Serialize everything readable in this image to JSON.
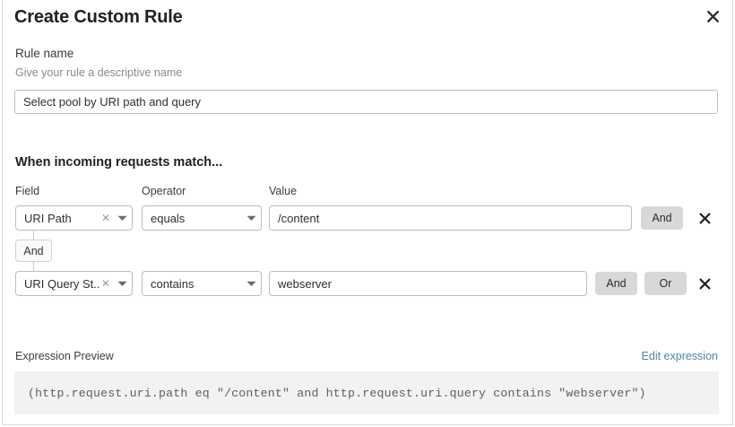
{
  "dialog": {
    "title": "Create Custom Rule",
    "close_label": "close-icon"
  },
  "rule_name": {
    "label": "Rule name",
    "help": "Give your rule a descriptive name",
    "value": "Select pool by URI path and query",
    "placeholder": "Rule name"
  },
  "match": {
    "heading": "When incoming requests match...",
    "columns": {
      "field": "Field",
      "operator": "Operator",
      "value": "Value"
    },
    "connector": "And",
    "rows": [
      {
        "field": "URI Path",
        "operator": "equals",
        "value": "/content",
        "value_placeholder": "Value",
        "and_label": "And",
        "or_label": "Or",
        "show_or": false
      },
      {
        "field": "URI Query St...",
        "operator": "contains",
        "value": "webserver",
        "value_placeholder": "Value",
        "and_label": "And",
        "or_label": "Or",
        "show_or": true
      }
    ]
  },
  "expression": {
    "label": "Expression Preview",
    "edit_link": "Edit expression",
    "code": "(http.request.uri.path eq \"/content\" and http.request.uri.query contains \"webserver\")"
  },
  "colors": {
    "link": "#4a86ad",
    "button_bg": "#d8d8d8",
    "code_bg": "#f2f2f2",
    "border": "#bdbdbd"
  }
}
